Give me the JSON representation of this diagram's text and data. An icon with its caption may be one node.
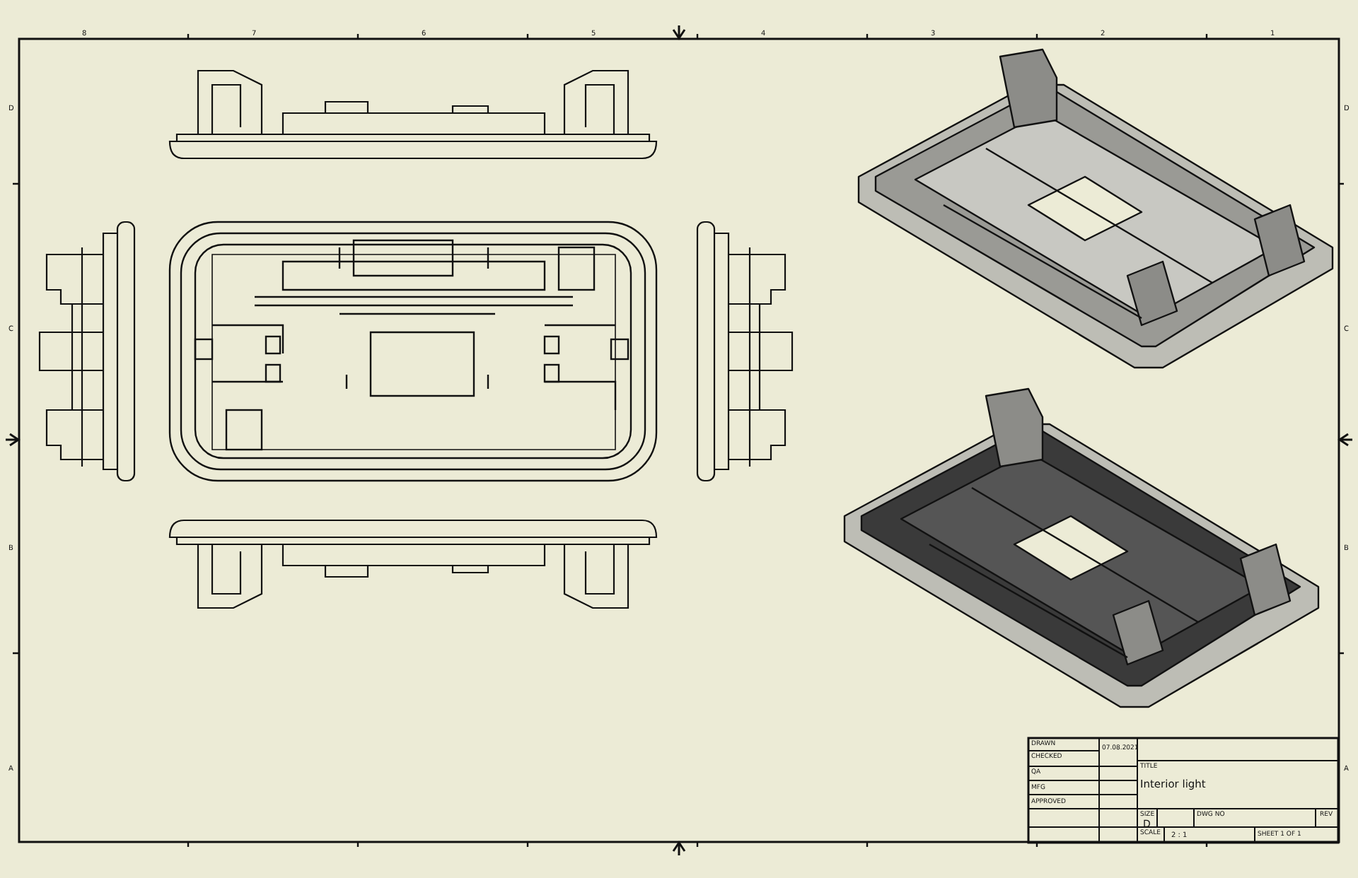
{
  "diagram": {
    "labels": [
      "8",
      "7",
      "6",
      "5",
      "4",
      "3",
      "2",
      "1",
      "D",
      "D",
      "C",
      "C",
      "B",
      "B",
      "A",
      "A",
      "DRAWN",
      "07.08.2021",
      "CHECKED",
      "QA",
      "MFG",
      "APPROVED",
      "TITLE",
      "Interior light",
      "SIZE",
      "D",
      "DWG NO",
      "REV",
      "SCALE",
      "2 : 1",
      "SHEET 1 OF 1"
    ]
  }
}
